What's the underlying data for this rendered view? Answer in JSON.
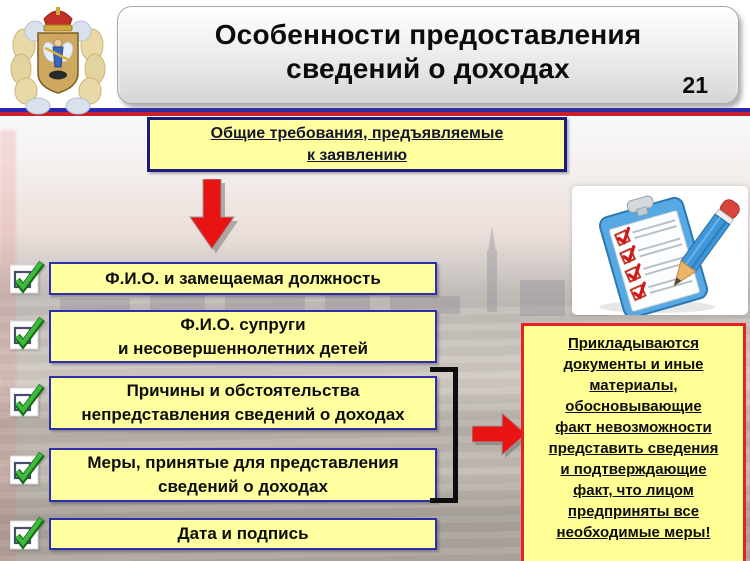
{
  "header": {
    "title": "Особенности предоставления\nсведений о доходах",
    "page_number": "21"
  },
  "requirements_box": {
    "text": "Общие требования, предъявляемые\nк заявлению"
  },
  "checklist": {
    "items": [
      {
        "label": "Ф.И.О. и замещаемая должность"
      },
      {
        "label": "Ф.И.О. супруги\nи несовершеннолетних детей"
      },
      {
        "label": "Причины и обстоятельства\nнепредставления сведений о доходах"
      },
      {
        "label": "Меры, принятые для представления\nсведений о доходах"
      },
      {
        "label": "Дата и подпись"
      }
    ]
  },
  "callout": {
    "text": "Прикладываются\nдокументы и иные\nматериалы,\nобосновывающие\nфакт невозможности\nпредставить сведения\nи подтверждающие\nфакт, что лицом\nпредприняты все\nнеобходимые меры!"
  },
  "icons": {
    "coat_of_arms": "arkhangelsk-region-coat-of-arms",
    "clipboard": "clipboard-checklist",
    "checkmark": "green-checkmark",
    "down_arrow": "red-arrow-down",
    "right_arrow": "red-arrow-right"
  },
  "colors": {
    "box_fill_yellow": "#ffffa0",
    "box_border_blue": "#2e2eaa",
    "header_box_border": "#1c1c78",
    "callout_border_red": "#e62222",
    "arrow_red": "#e81414",
    "check_green": "#3dbb3d",
    "stripe_blue": "#2a2ab0",
    "stripe_red": "#c8202c",
    "bracket_black": "#0d0d0d"
  }
}
